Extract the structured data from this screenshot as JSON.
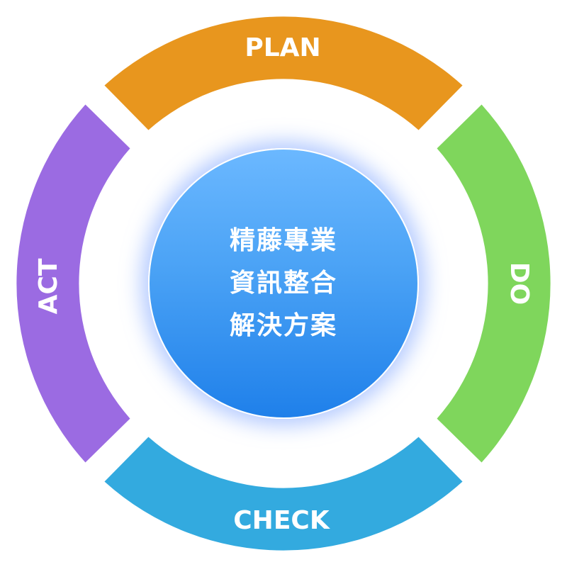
{
  "segments": [
    {
      "id": "plan",
      "label": "PLAN",
      "color": "#e8961e"
    },
    {
      "id": "do",
      "label": "DO",
      "color": "#7fd65c"
    },
    {
      "id": "check",
      "label": "CHECK",
      "color": "#33aadf"
    },
    {
      "id": "act",
      "label": "ACT",
      "color": "#9b6be2"
    }
  ],
  "center": {
    "lines": [
      "精藤專業",
      "資訊整合",
      "解決方案"
    ]
  }
}
